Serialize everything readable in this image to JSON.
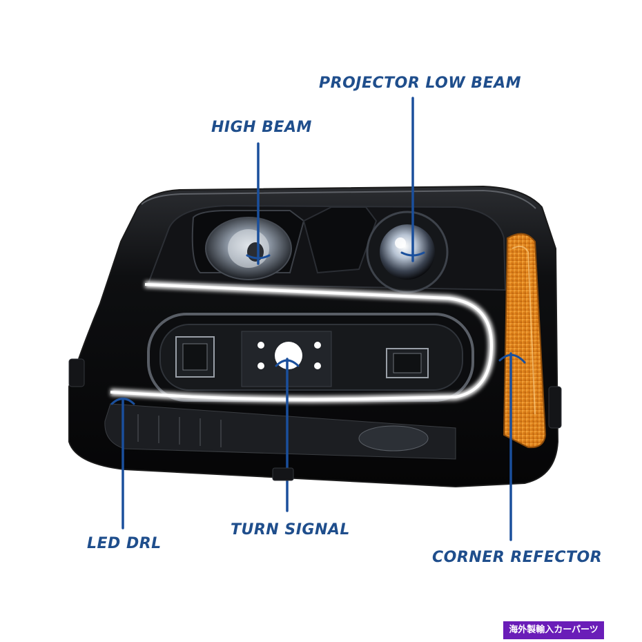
{
  "callouts": {
    "projector_low_beam": "PROJECTOR LOW BEAM",
    "high_beam": "HIGH BEAM",
    "led_drl": "LED DRL",
    "turn_signal": "TURN SIGNAL",
    "corner_reflector": "CORNER REFECTOR"
  },
  "watermark": "海外製輸入カーパーツ",
  "colors": {
    "callout_text": "#1f4e8c",
    "arrow": "#1a4f9c",
    "housing": "#0d0d0f",
    "amber_lens": "#e88a1a",
    "drl_glow": "#ffffff",
    "watermark_bg": "#6a1db8"
  }
}
